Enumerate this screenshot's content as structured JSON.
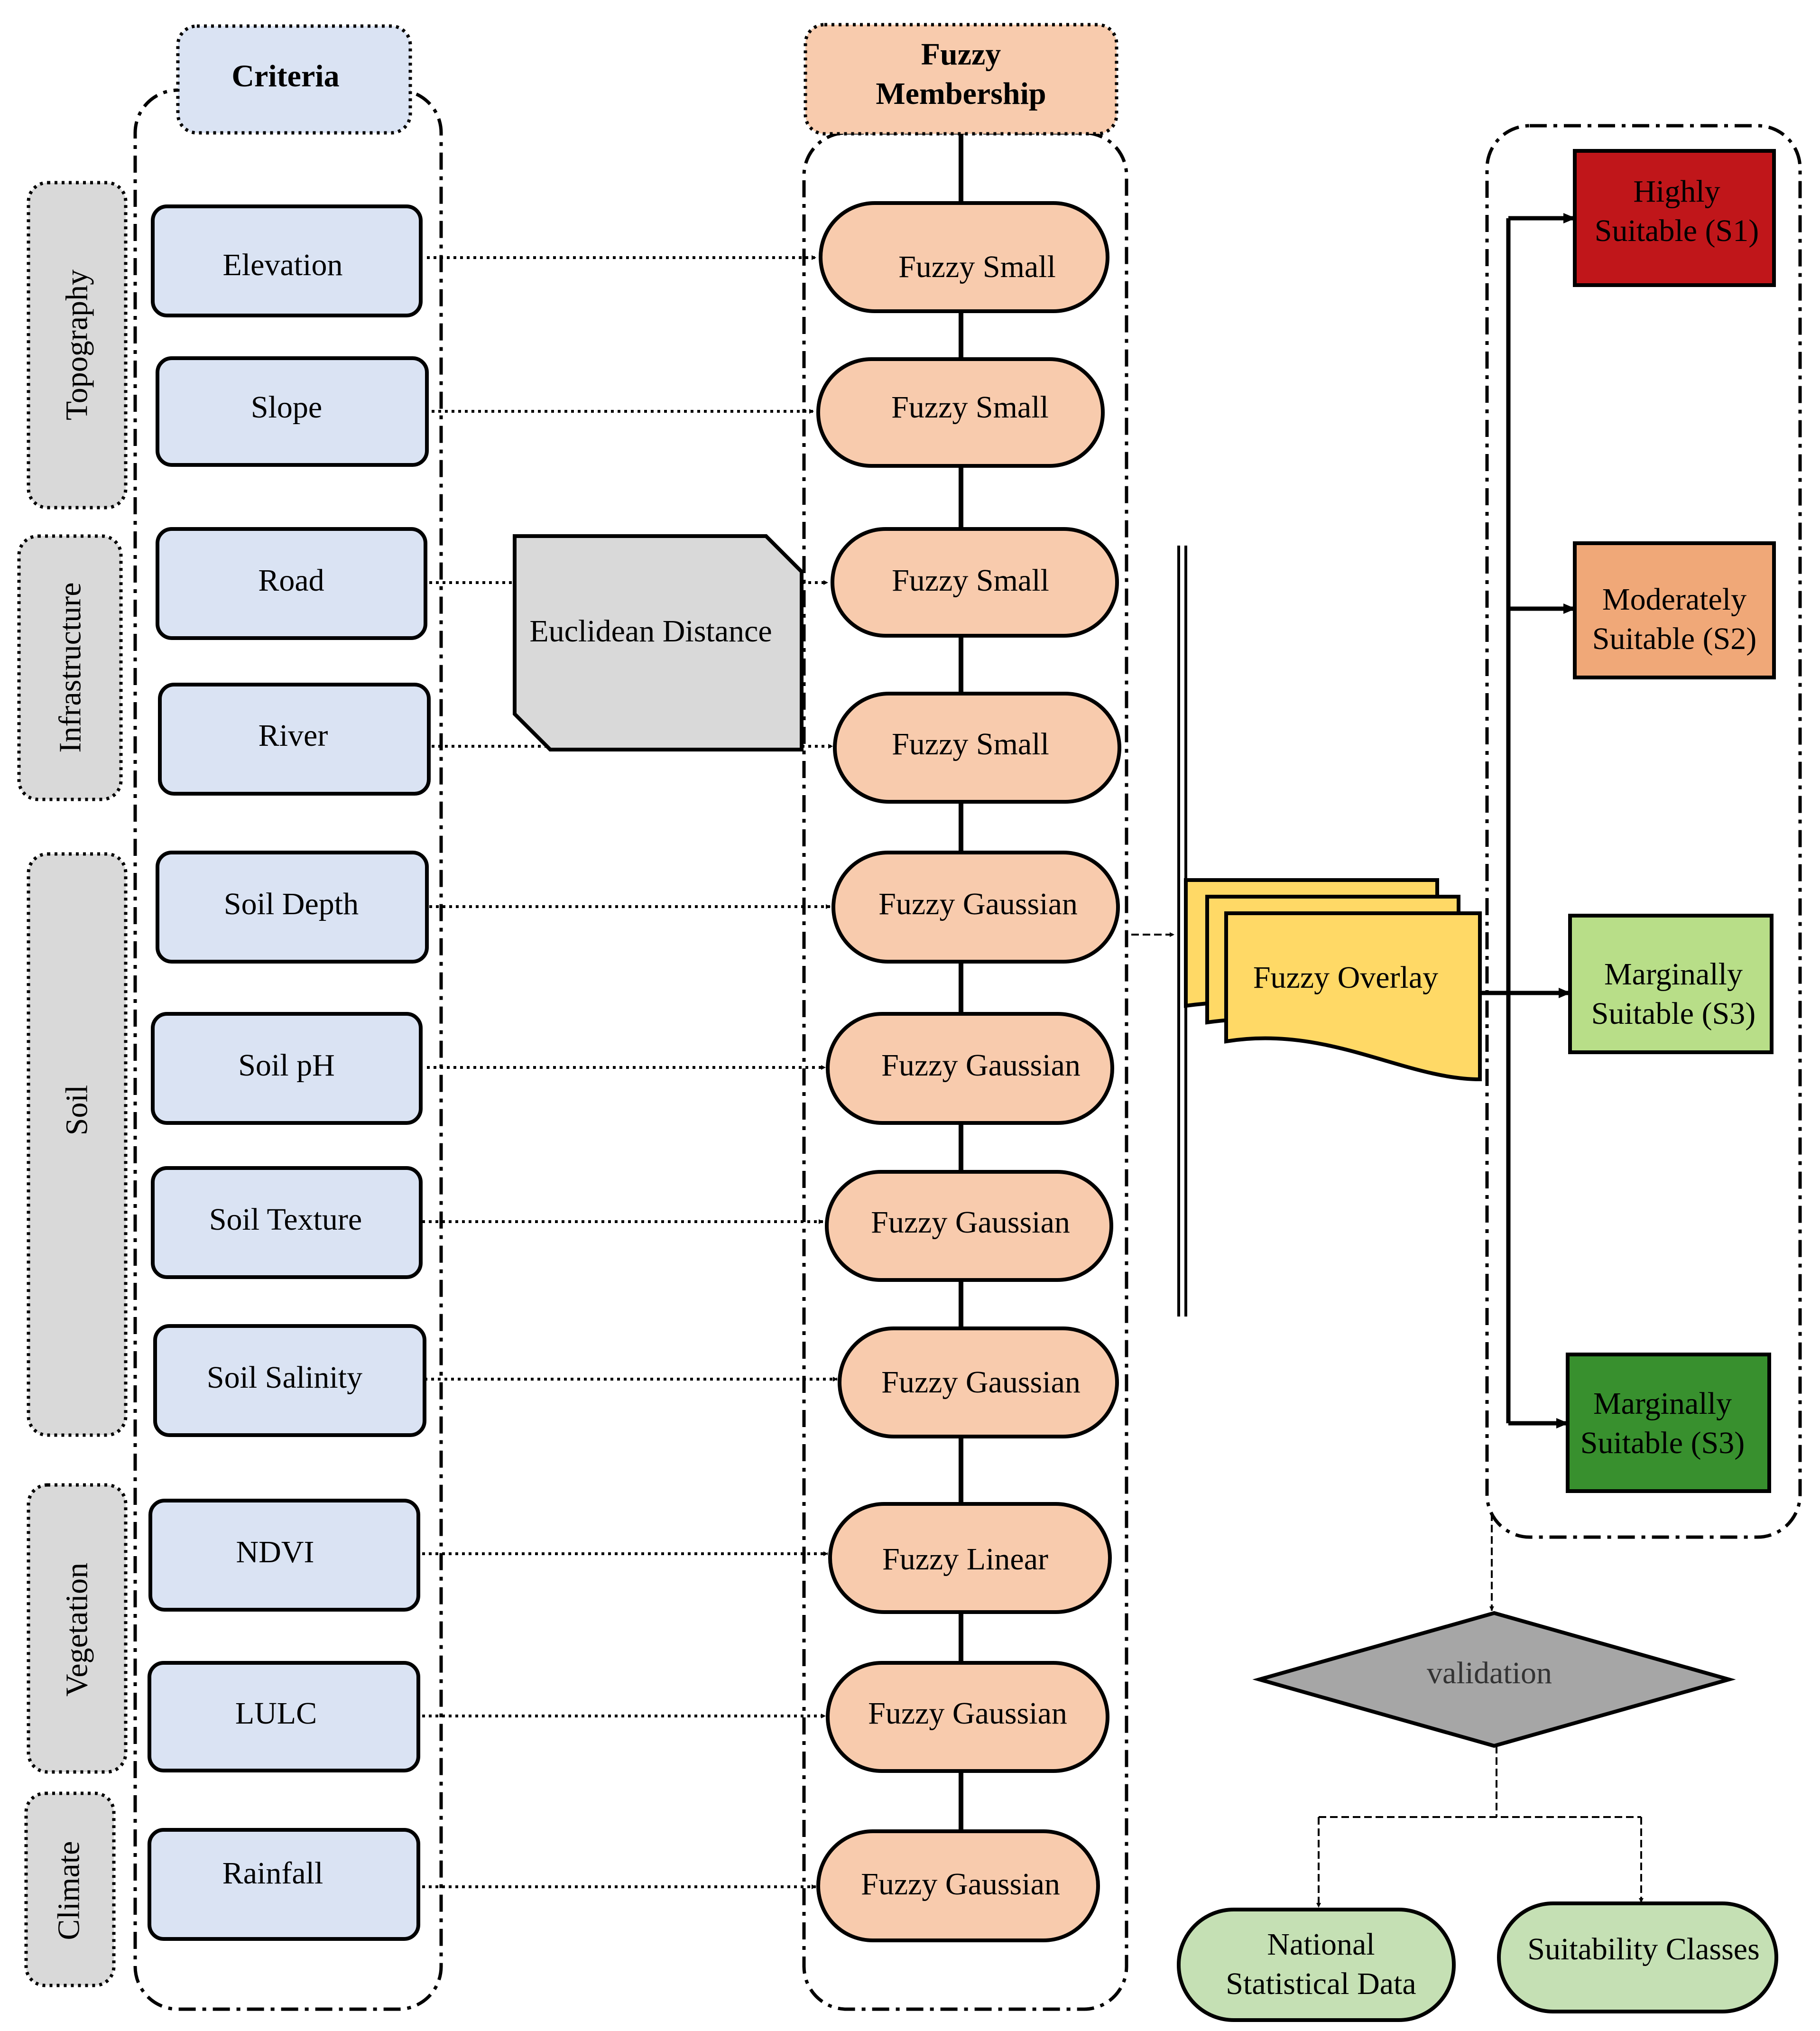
{
  "headers": {
    "criteria": "Criteria",
    "fuzzy_membership_line1": "Fuzzy",
    "fuzzy_membership_line2": "Membership"
  },
  "categories": {
    "topography": "Topography",
    "infrastructure": "Infrastructure",
    "soil": "Soil",
    "vegetation": "Vegetation",
    "climate": "Climate"
  },
  "criteria": [
    "Elevation",
    "Slope",
    "Road",
    "River",
    "Soil Depth",
    "Soil pH",
    "Soil Texture",
    "Soil Salinity",
    "NDVI",
    "LULC",
    "Rainfall"
  ],
  "memberships": [
    "Fuzzy Small",
    "Fuzzy Small",
    "Fuzzy Small",
    "Fuzzy Small",
    "Fuzzy Gaussian",
    "Fuzzy Gaussian",
    "Fuzzy Gaussian",
    "Fuzzy Gaussian",
    "Fuzzy Linear",
    "Fuzzy Gaussian",
    "Fuzzy Gaussian"
  ],
  "euclidean": "Euclidean Distance",
  "overlay": "Fuzzy Overlay",
  "classes": [
    {
      "line1": "Highly",
      "line2": "Suitable (S1)",
      "color": "#c0161a"
    },
    {
      "line1": "Moderately",
      "line2": "Suitable (S2)",
      "color": "#f0a878"
    },
    {
      "line1": "Marginally",
      "line2": "Suitable (S3)",
      "color": "#b8de88"
    },
    {
      "line1": "Marginally",
      "line2": "Suitable (S3)",
      "color": "#38902e"
    }
  ],
  "validation": "validation",
  "outputs": {
    "national_line1": "National",
    "national_line2": "Statistical Data",
    "suitability": "Suitability Classes"
  },
  "colors": {
    "criteria_fill": "#dae3f3",
    "membership_fill": "#f8cbad",
    "category_fill": "#d9d9d9",
    "euclidean_fill": "#d9d9d9",
    "overlay_fill": "#ffd966",
    "validation_fill": "#a6a6a6",
    "output_fill": "#c5e0b4"
  }
}
